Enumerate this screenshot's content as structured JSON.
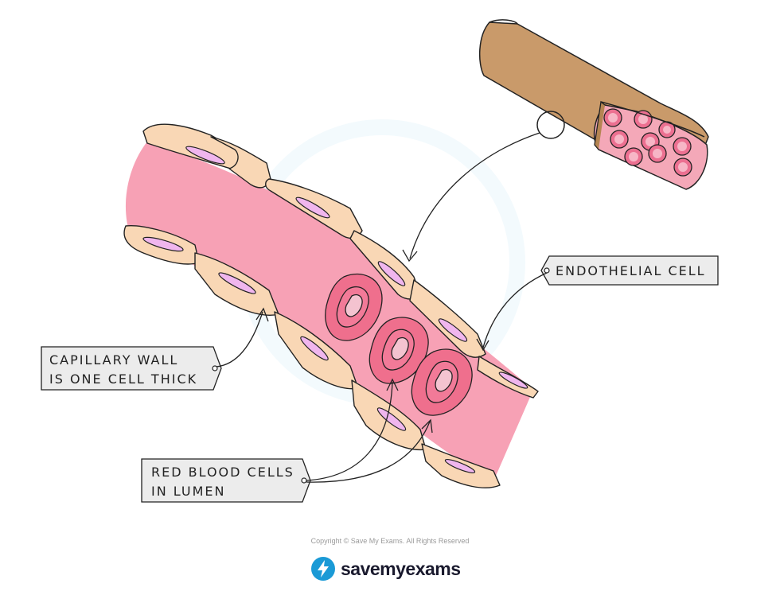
{
  "labels": {
    "endothelial": "ENDOTHELIAL CELL",
    "capillary_wall_line1": "CAPILLARY WALL",
    "capillary_wall_line2": "IS ONE CELL THICK",
    "rbc_line1": "RED BLOOD CELLS",
    "rbc_line2": "IN LUMEN"
  },
  "footer": {
    "copyright": "Copyright © Save My Exams. All Rights Reserved",
    "brand": "savemyexams"
  },
  "colors": {
    "lumen": "#f7a1b5",
    "wall_cell": "#f9d7b5",
    "nucleus": "#f0b6ee",
    "rbc_outer": "#ef6f8d",
    "rbc_inner": "#f4c3d0",
    "vessel_brown": "#c99a6a",
    "brand_blue": "#1a9ad6"
  }
}
